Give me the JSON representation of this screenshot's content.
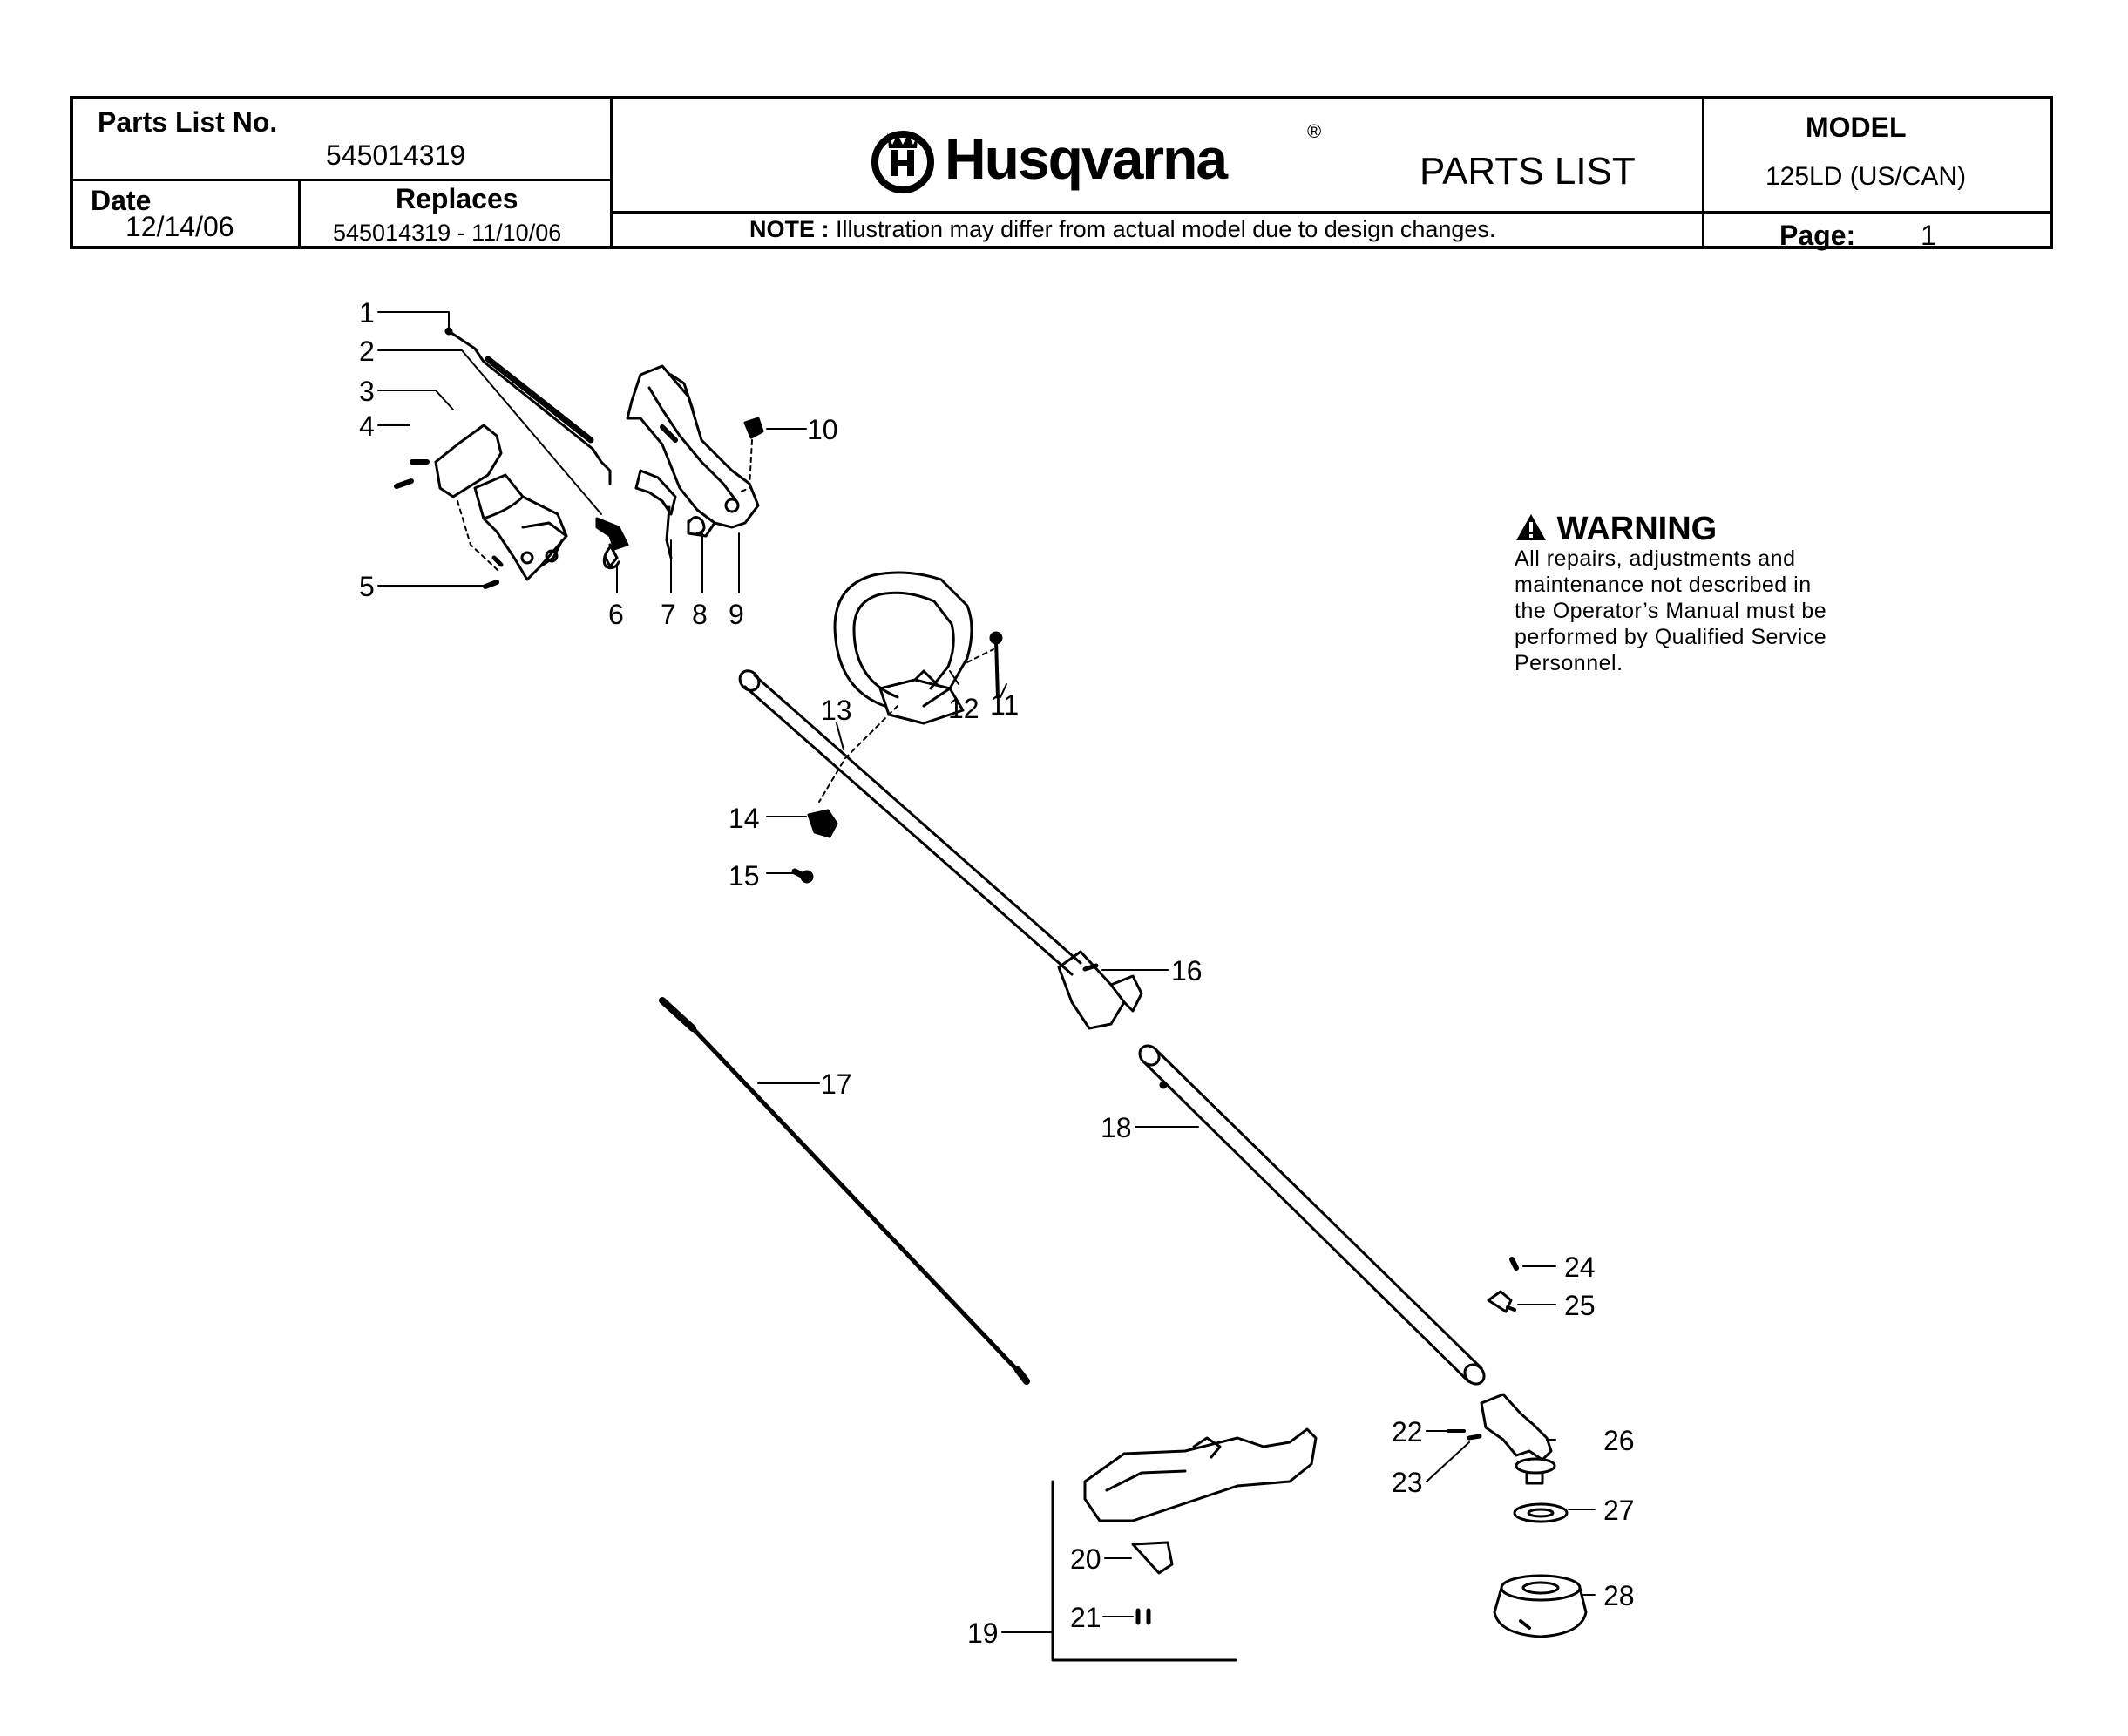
{
  "header": {
    "parts_list_no_label": "Parts List No.",
    "parts_list_no": "545014319",
    "date_label": "Date",
    "date": "12/14/06",
    "replaces_label": "Replaces",
    "replaces": "545014319 - 11/10/06",
    "brand": "Husqvarna",
    "registered_mark": "®",
    "title": "PARTS LIST",
    "note_label": "NOTE :",
    "note": "Illustration may differ from actual model due to design changes.",
    "model_label": "MODEL",
    "model": "125LD (US/CAN)",
    "page_label": "Page:",
    "page": "1"
  },
  "warning": {
    "title": "WARNING",
    "lines": [
      "All repairs, adjustments and",
      "maintenance not described in",
      "the Operator’s Manual must be",
      "performed by Qualified Service",
      "Personnel."
    ]
  },
  "callouts": [
    "1",
    "2",
    "3",
    "4",
    "5",
    "6",
    "7",
    "8",
    "9",
    "10",
    "11",
    "12",
    "13",
    "14",
    "15",
    "16",
    "17",
    "18",
    "19",
    "20",
    "21",
    "22",
    "23",
    "24",
    "25",
    "26",
    "27",
    "28"
  ]
}
